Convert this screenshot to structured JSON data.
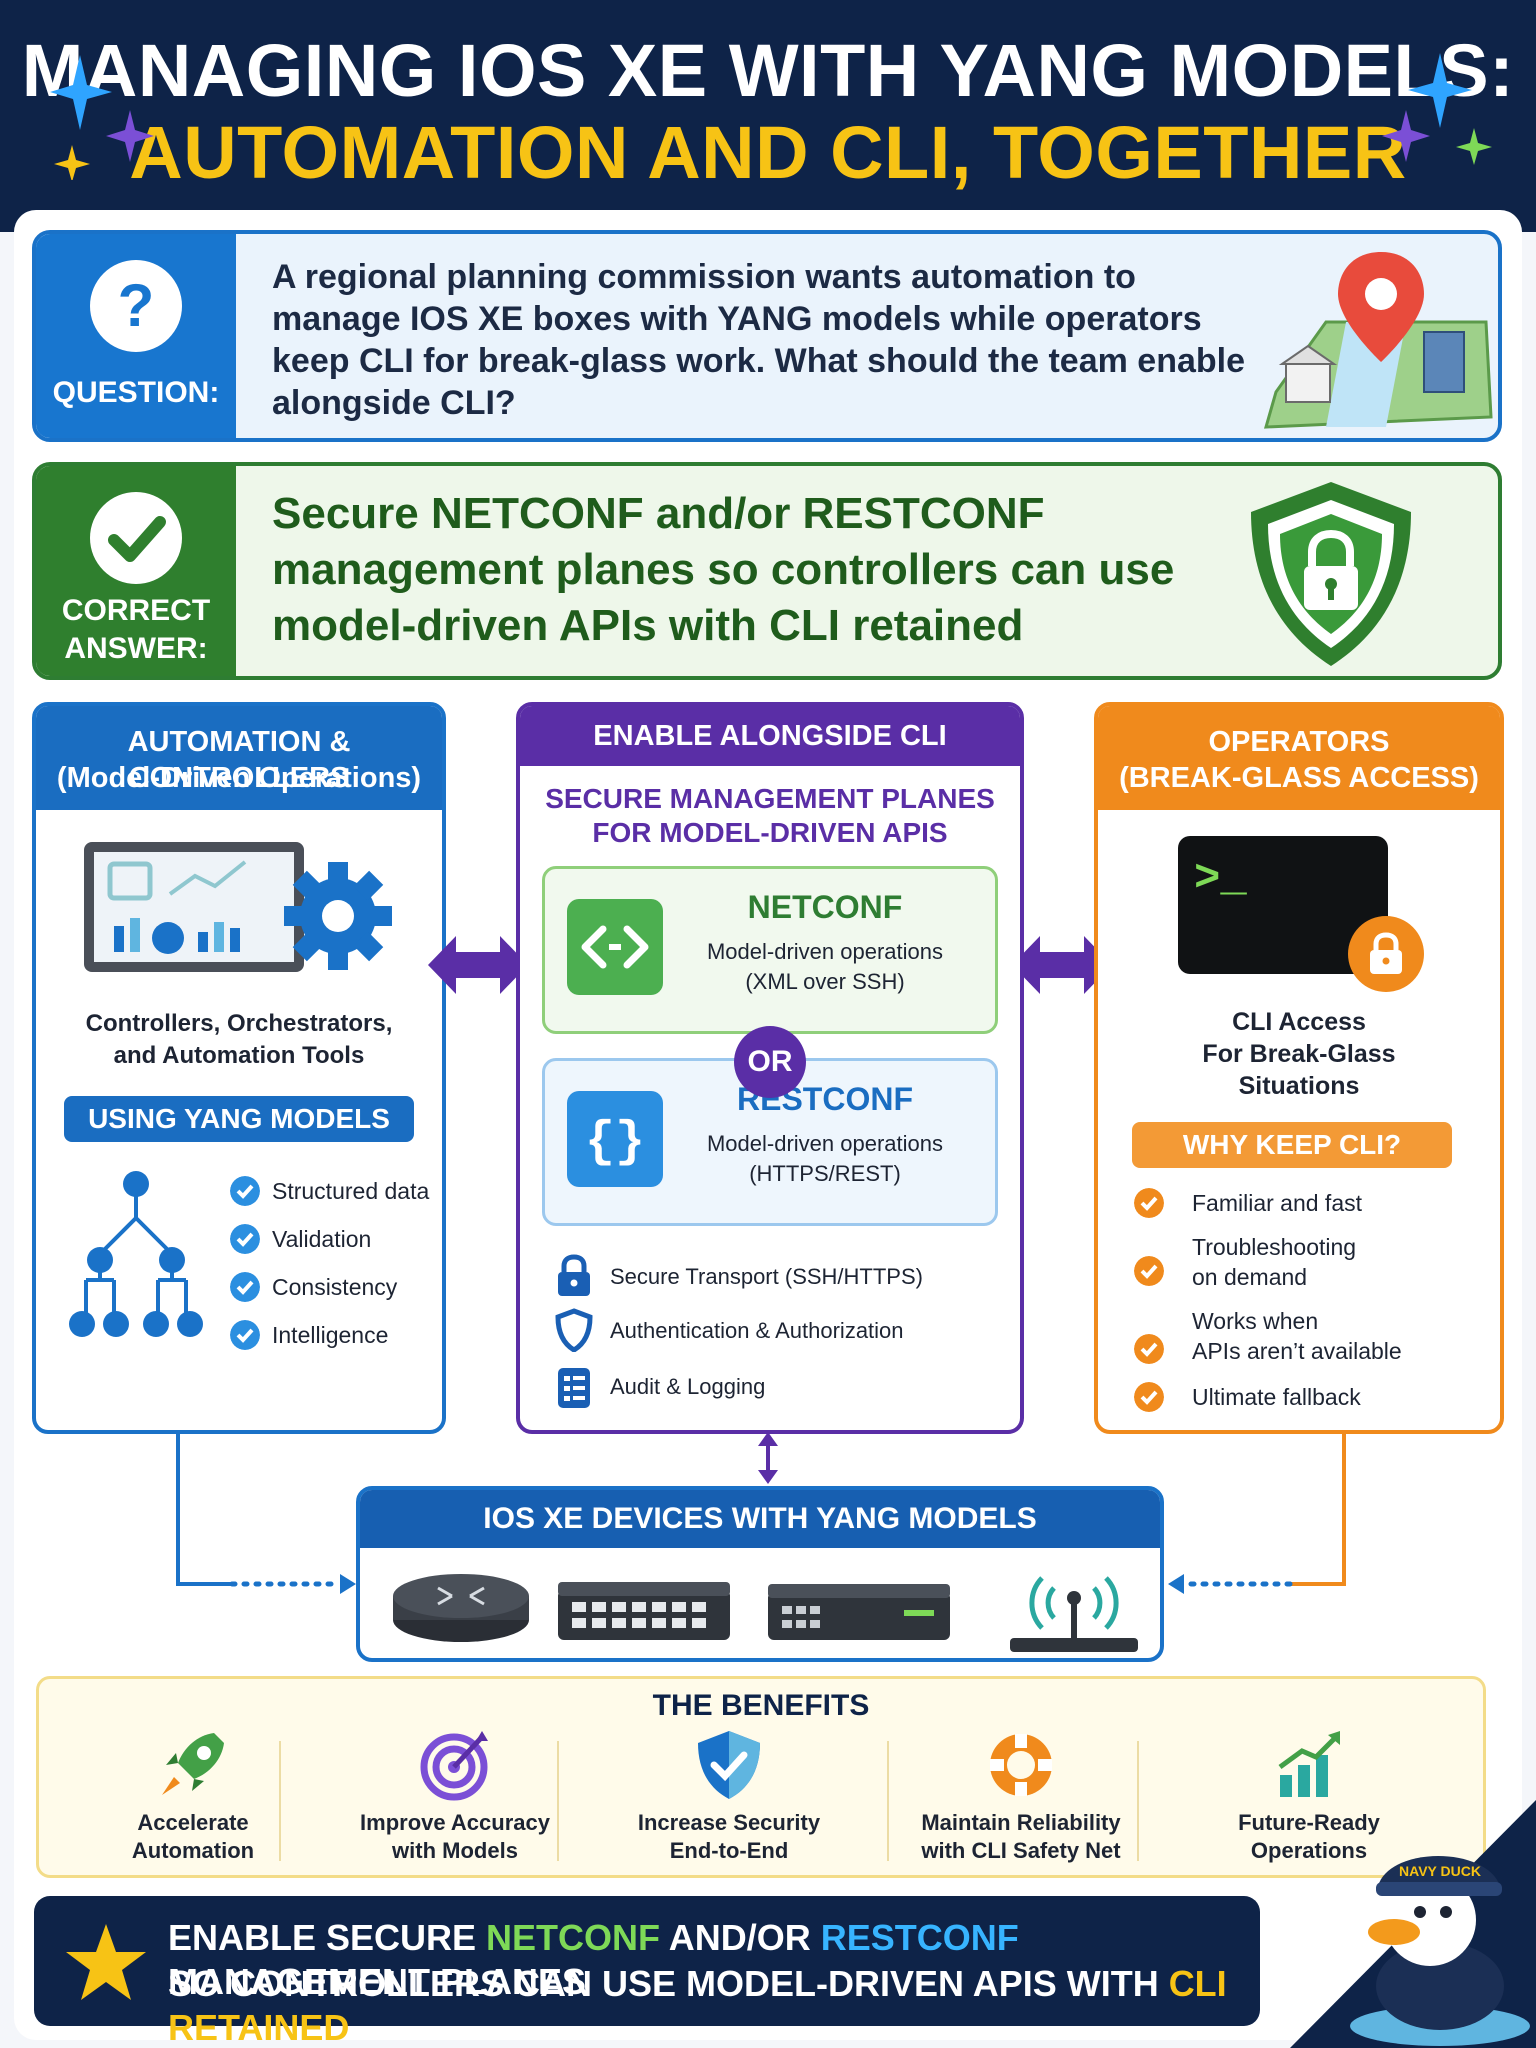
{
  "header": {
    "title_line1": "MANAGING IOS XE WITH YANG MODELS:",
    "title_line2": "AUTOMATION AND CLI, TOGETHER"
  },
  "question": {
    "label": "QUESTION:",
    "text": "A regional planning commission wants automation to manage IOS XE boxes with YANG models while operators keep CLI for break-glass work. What should the team enable alongside CLI?"
  },
  "answer": {
    "label_line1": "CORRECT",
    "label_line2": "ANSWER:",
    "text": "Secure NETCONF and/or RESTCONF management planes so controllers can use model-driven APIs with CLI retained"
  },
  "left": {
    "header_line1": "AUTOMATION & CONTROLLERS",
    "header_line2": "(Model-Driven Operations)",
    "caption_line1": "Controllers, Orchestrators,",
    "caption_line2": "and Automation Tools",
    "pill": "USING YANG MODELS",
    "items": [
      "Structured data",
      "Validation",
      "Consistency",
      "Intelligence"
    ]
  },
  "middle": {
    "header": "ENABLE ALONGSIDE CLI",
    "subheader_line1": "SECURE MANAGEMENT PLANES",
    "subheader_line2": "FOR MODEL-DRIVEN APIS",
    "netconf": {
      "name": "NETCONF",
      "desc1": "Model-driven operations",
      "desc2": "(XML over SSH)"
    },
    "or_label": "OR",
    "restconf": {
      "name": "RESTCONF",
      "desc1": "Model-driven operations",
      "desc2": "(HTTPS/REST)"
    },
    "security": [
      "Secure Transport (SSH/HTTPS)",
      "Authentication & Authorization",
      "Audit & Logging"
    ]
  },
  "right": {
    "header_line1": "OPERATORS",
    "header_line2": "(BREAK-GLASS ACCESS)",
    "terminal_prompt": ">_",
    "caption_line1": "CLI Access",
    "caption_line2": "For Break-Glass",
    "caption_line3": "Situations",
    "pill": "WHY KEEP CLI?",
    "items": [
      {
        "line1": "Familiar and fast",
        "line2": ""
      },
      {
        "line1": "Troubleshooting",
        "line2": "on demand"
      },
      {
        "line1": "Works when",
        "line2": "APIs aren’t available"
      },
      {
        "line1": "Ultimate fallback",
        "line2": ""
      }
    ]
  },
  "devices": {
    "header": "IOS XE DEVICES WITH YANG MODELS"
  },
  "benefits": {
    "title": "THE BENEFITS",
    "items": [
      {
        "line1": "Accelerate",
        "line2": "Automation",
        "icon": "rocket-icon"
      },
      {
        "line1": "Improve Accuracy",
        "line2": "with Models",
        "icon": "target-icon"
      },
      {
        "line1": "Increase Security",
        "line2": "End-to-End",
        "icon": "shield-check-icon"
      },
      {
        "line1": "Maintain Reliability",
        "line2": "with CLI Safety Net",
        "icon": "lifebuoy-icon"
      },
      {
        "line1": "Future-Ready",
        "line2": "Operations",
        "icon": "growth-chart-icon"
      }
    ]
  },
  "banner": {
    "l1_a": "ENABLE SECURE ",
    "l1_b": "NETCONF",
    "l1_c": " AND/OR ",
    "l1_d": "RESTCONF",
    "l1_e": " MANAGEMENT PLANES",
    "l2_a": "SO CONTROLLERS CAN USE MODEL-DRIVEN APIS WITH ",
    "l2_b": "CLI RETAINED",
    "l2_c": "."
  },
  "mascot": {
    "cap_text": "NAVY DUCK"
  },
  "colors": {
    "navy": "#0e2348",
    "blue": "#1a72c8",
    "green": "#2e7d32",
    "purple": "#5a2ea6",
    "orange": "#f08a1c",
    "gold": "#f7c315"
  }
}
